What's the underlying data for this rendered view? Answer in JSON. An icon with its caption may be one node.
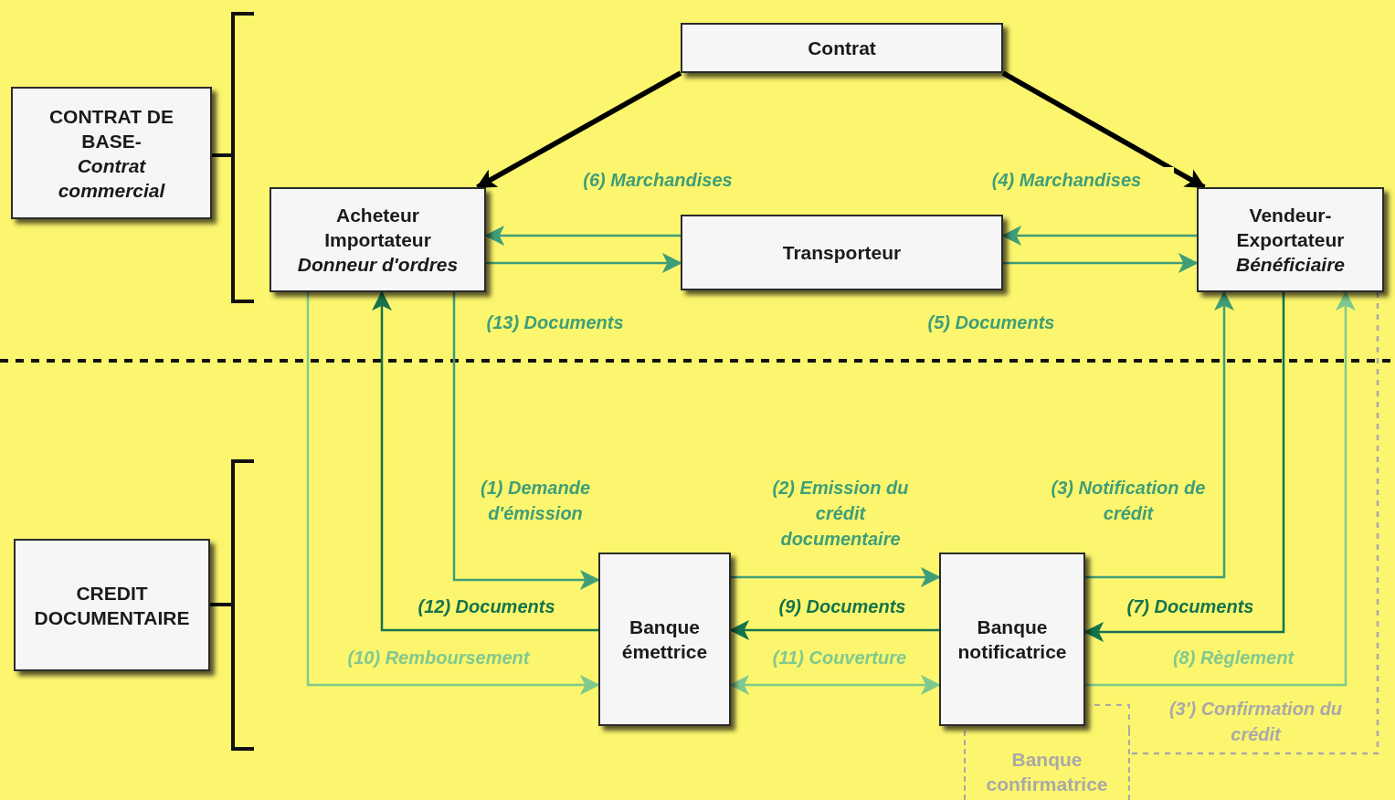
{
  "diagram": {
    "nodes": [
      {
        "text": [
          "Contrat"
        ]
      },
      {
        "text": [
          "Acheteur Importateur",
          "Donneur d'ordres"
        ]
      },
      {
        "text": [
          "Transporteur"
        ]
      },
      {
        "text": [
          "Vendeur-Exportateur",
          "Bénéficiaire"
        ]
      },
      {
        "text": [
          "CONTRAT DE BASE-",
          "Contrat commercial"
        ]
      },
      {
        "text": [
          "CREDIT DOCUMENTAIRE"
        ]
      },
      {
        "text": [
          "Banque émettrice"
        ]
      },
      {
        "text": [
          "Banque notificatrice"
        ]
      },
      {
        "text": [
          "Banque confirmatrice"
        ]
      }
    ],
    "edges": [
      {
        "from": 0,
        "to": 1,
        "arrow": "to",
        "style": "thick",
        "color": "#000000"
      },
      {
        "from": 0,
        "to": 3,
        "arrow": "to",
        "style": "thick",
        "color": "#000000"
      },
      {
        "from": 2,
        "to": 1,
        "arrow": "to",
        "label": "(6) Marchandises"
      },
      {
        "from": 1,
        "to": 2,
        "arrow": "to",
        "label": "(13) Documents"
      },
      {
        "from": 3,
        "to": 2,
        "arrow": "to",
        "label": "(4) Marchandises"
      },
      {
        "from": 2,
        "to": 3,
        "arrow": "to",
        "label": "(5) Documents"
      },
      {
        "from": 1,
        "to": 6,
        "arrow": "to",
        "label": "(1) Demande d'émission"
      },
      {
        "from": 6,
        "to": 7,
        "arrow": "to",
        "label": "(2) Emission du crédit documentaire"
      },
      {
        "from": 7,
        "to": 3,
        "arrow": "to",
        "label": "(3) Notification de crédit"
      },
      {
        "from": 3,
        "to": 7,
        "arrow": "to",
        "label": "(7) Documents",
        "color": "#15734c"
      },
      {
        "from": 7,
        "to": 3,
        "arrow": "to",
        "label": "(8) Règlement",
        "color": "#80c98e"
      },
      {
        "from": 7,
        "to": 6,
        "arrow": "to",
        "label": "(9) Documents",
        "color": "#15734c"
      },
      {
        "from": 1,
        "to": 6,
        "arrow": "to",
        "label": "(10) Remboursement",
        "color": "#80c98e"
      },
      {
        "from": 6,
        "to": 7,
        "arrow": "both",
        "label": "(11) Couverture",
        "color": "#80c98e"
      },
      {
        "from": 6,
        "to": 1,
        "arrow": "to",
        "label": "(12) Documents",
        "color": "#15734c"
      },
      {
        "from": 3,
        "to": 8,
        "arrow": "none",
        "label": "(3') Confirmation du crédit",
        "style": "dashed",
        "color": "#a9a9a9"
      }
    ]
  }
}
